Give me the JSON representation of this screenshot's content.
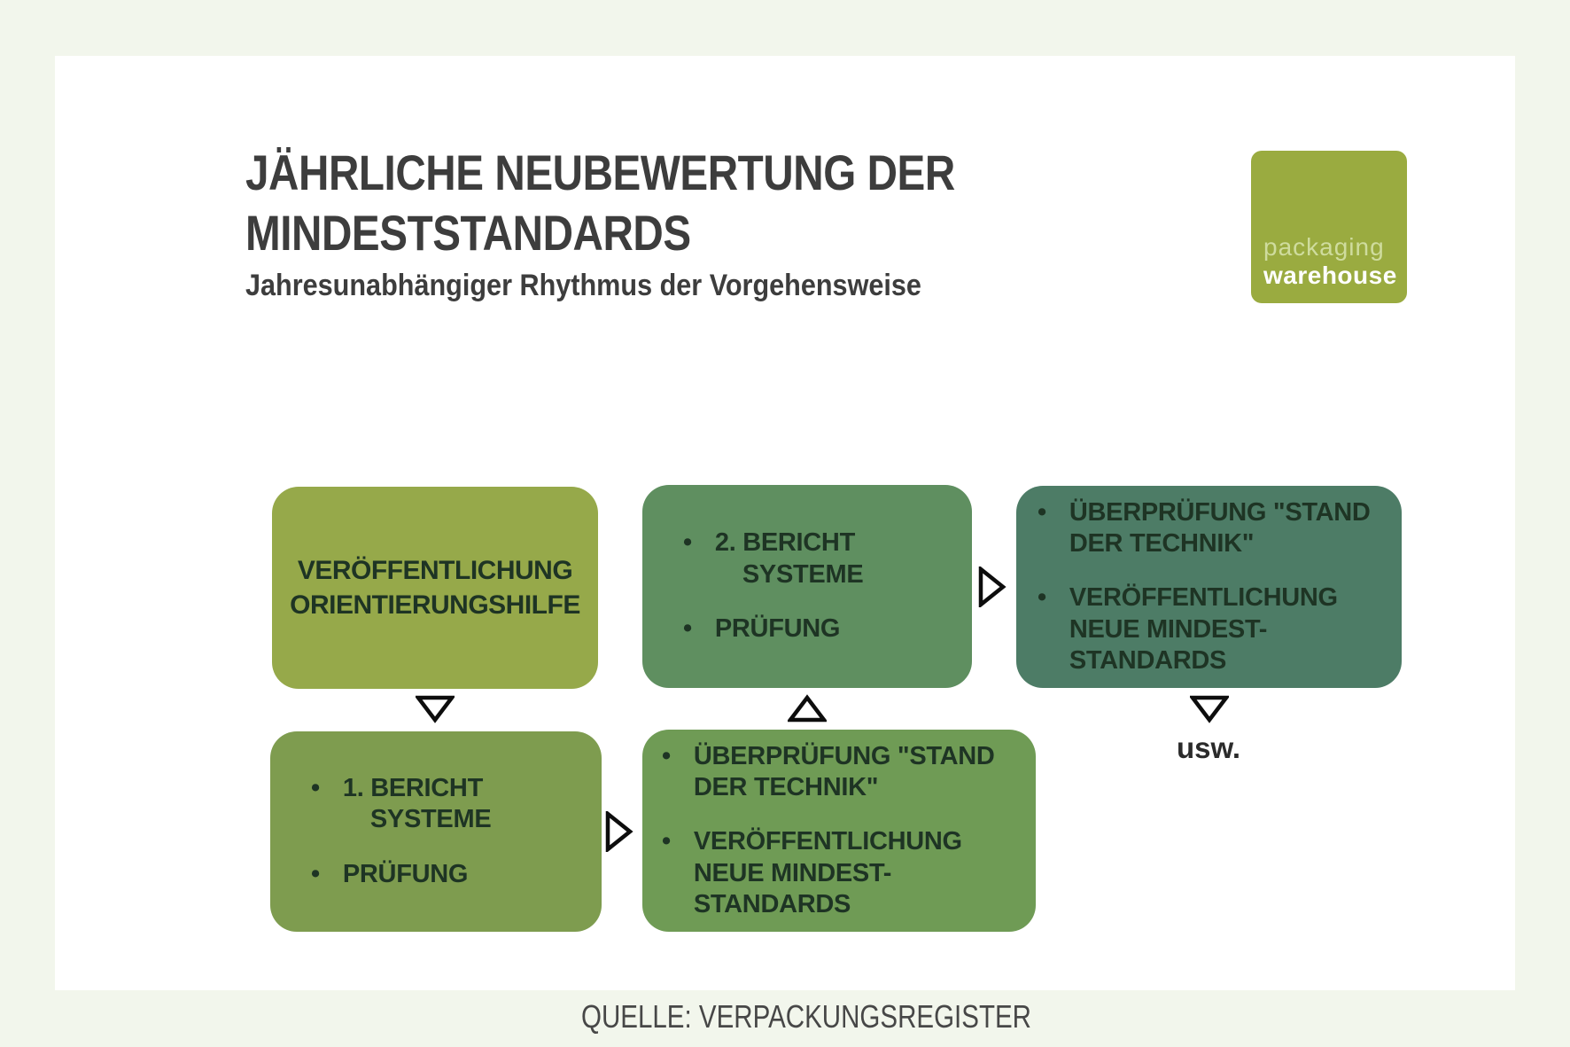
{
  "page": {
    "background_color": "#f2f6ec",
    "card_color": "#ffffff"
  },
  "header": {
    "title_line1": "JÄHRLICHE NEUBEWERTUNG DER",
    "title_line2": "MINDESTSTANDARDS",
    "subtitle": "Jahresunabhängiger Rhythmus der Vorgehensweise",
    "text_color": "#3d3d3d"
  },
  "logo": {
    "line1": "packaging",
    "line2": "warehouse",
    "background": "#9aab40",
    "line1_color": "#cfdc9e",
    "line2_color": "#ffffff"
  },
  "diagram": {
    "text_color": "#1e3424",
    "boxes": [
      {
        "id": "veroeffentlichung-orientierungshilfe",
        "color": "#96a94a",
        "text": "VERÖFFENTLICHUNG\nORIENTIERUNGSHILFE"
      },
      {
        "id": "bericht-2-systeme-pruefung",
        "color": "#5f8f60",
        "bullets": [
          "2. BERICHT\n    SYSTEME",
          "PRÜFUNG"
        ]
      },
      {
        "id": "ueberpruefung-stand-der-technik-2",
        "color": "#4d7c66",
        "bullets": [
          "ÜBERPRÜFUNG \"STAND\nDER TECHNIK\"",
          "VERÖFFENTLICHUNG\nNEUE MINDEST-\nSTANDARDS"
        ]
      },
      {
        "id": "bericht-1-systeme-pruefung",
        "color": "#7e9c4f",
        "bullets": [
          "1. BERICHT\n    SYSTEME",
          "PRÜFUNG"
        ]
      },
      {
        "id": "ueberpruefung-stand-der-technik-1",
        "color": "#6f9b55",
        "bullets": [
          "ÜBERPRÜFUNG \"STAND\nDER TECHNIK\"",
          "VERÖFFENTLICHUNG\nNEUE MINDEST-\nSTANDARDS"
        ]
      }
    ],
    "etc_label": "usw."
  },
  "footer": {
    "source": "QUELLE: VERPACKUNGSREGISTER"
  }
}
